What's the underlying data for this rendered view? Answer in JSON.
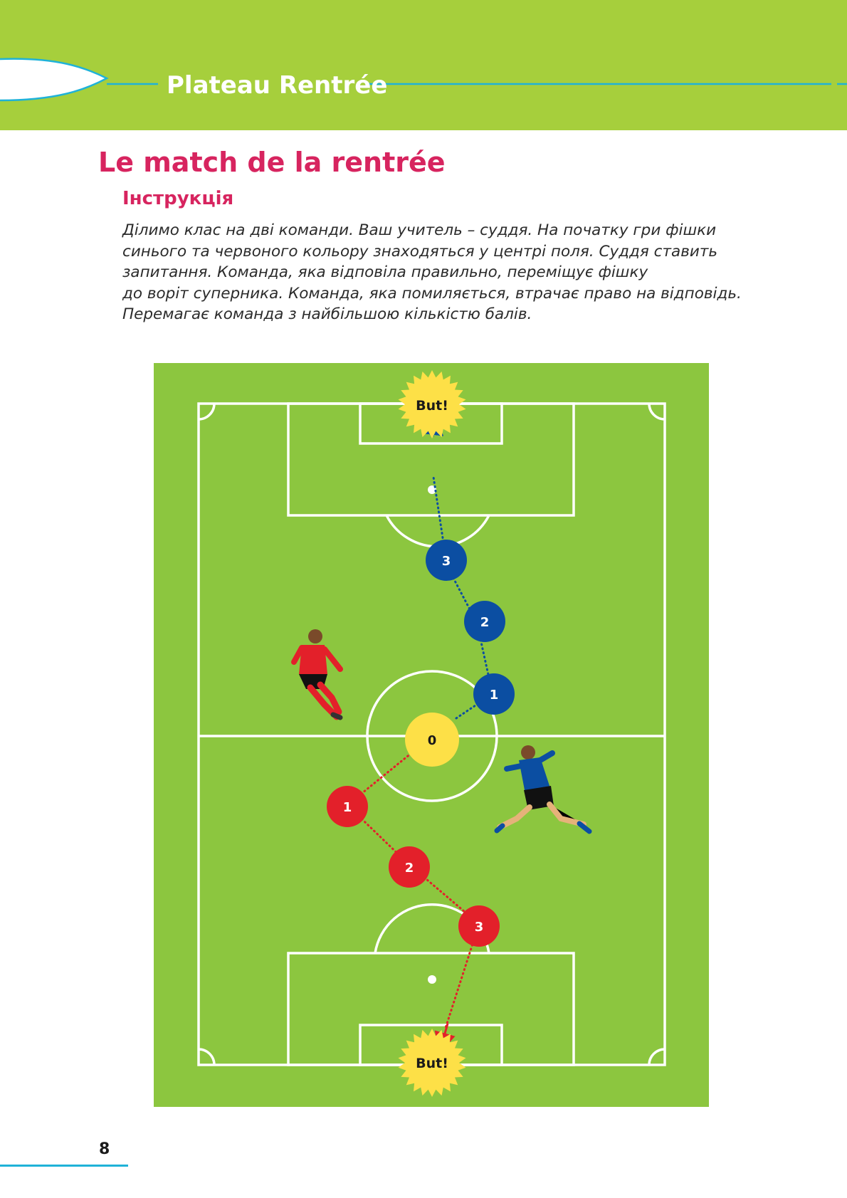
{
  "header": {
    "section_title": "Plateau Rentrée",
    "banner_color": "#a6cf3c",
    "accent_line_color": "#1fb2d8"
  },
  "page_title": "Le match de la rentrée",
  "instructions": {
    "heading": "Інструкція",
    "lines": [
      "Ділимо клас на дві команди. Ваш учитель – суддя. На початку гри фішки",
      "синього та червоного кольору знаходяться у центрі поля. Суддя ставить",
      "запитання. Команда, яка відповіла правильно, переміщує фішку",
      "до воріт суперника. Команда, яка помиляється, втрачає право на відповідь.",
      "Перемагає команда з найбільшою кількістю балів."
    ]
  },
  "field": {
    "field_color": "#8cc63f",
    "line_color": "#ffffff",
    "goal_label": "But!",
    "goal_burst_color": "#fde047",
    "center_token": {
      "label": "0",
      "color": "#fde047"
    },
    "blue_team": {
      "color": "#0b4ea2",
      "tokens": [
        "1",
        "2",
        "3"
      ]
    },
    "red_team": {
      "color": "#e3202a",
      "tokens": [
        "1",
        "2",
        "3"
      ]
    },
    "illustrations": [
      "red-player-figure",
      "blue-player-figure"
    ]
  },
  "footer": {
    "page_number": "8"
  }
}
